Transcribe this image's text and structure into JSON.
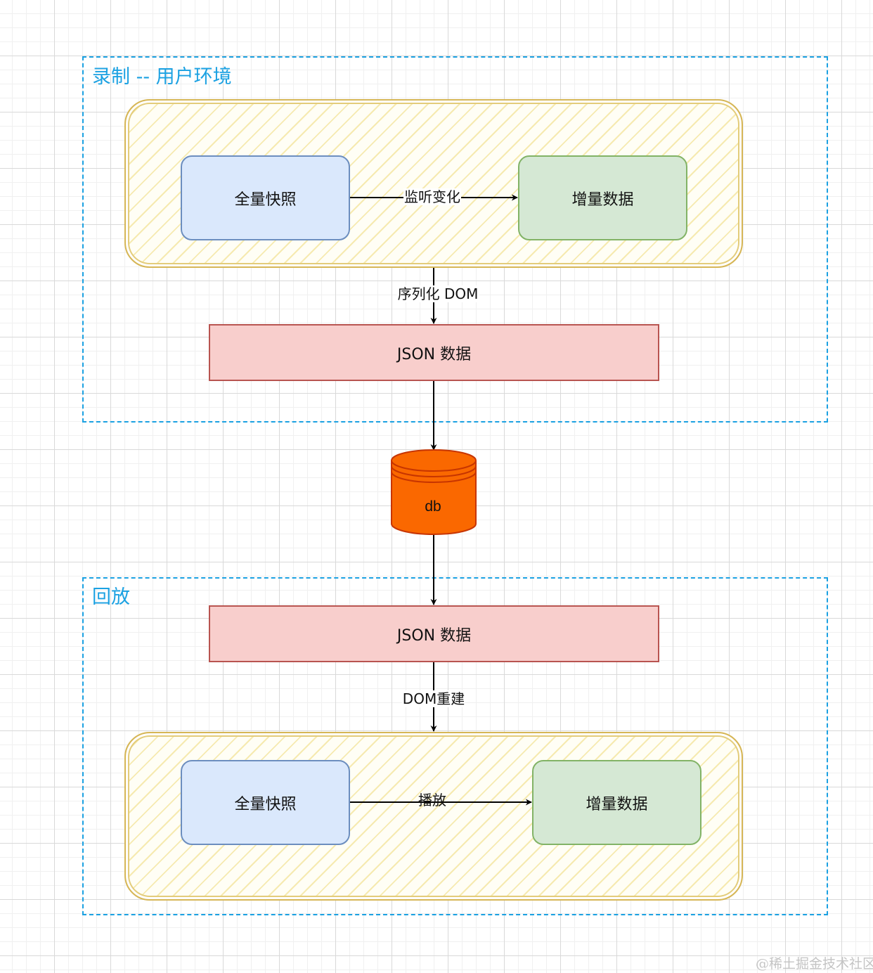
{
  "recording": {
    "title": "录制 -- 用户环境",
    "full_snapshot": "全量快照",
    "incremental_data": "增量数据",
    "edge_watch": "监听变化",
    "edge_serialize": "序列化 DOM",
    "json_data": "JSON 数据"
  },
  "storage": {
    "db_label": "db"
  },
  "playback": {
    "title": "回放",
    "json_data": "JSON 数据",
    "edge_rebuild": "DOM重建",
    "full_snapshot": "全量快照",
    "incremental_data": "增量数据",
    "edge_play": "播放"
  },
  "watermark": "@稀土掘金技术社区",
  "colors": {
    "region_border": "#1ba1e2",
    "env_border": "#d6b656",
    "blue_fill": "#dae8fc",
    "blue_border": "#6c8ebf",
    "green_fill": "#d5e8d4",
    "green_border": "#82b366",
    "red_fill": "#f8cecc",
    "red_border": "#b85450",
    "db_fill": "#fa6800",
    "db_border": "#c73500"
  }
}
